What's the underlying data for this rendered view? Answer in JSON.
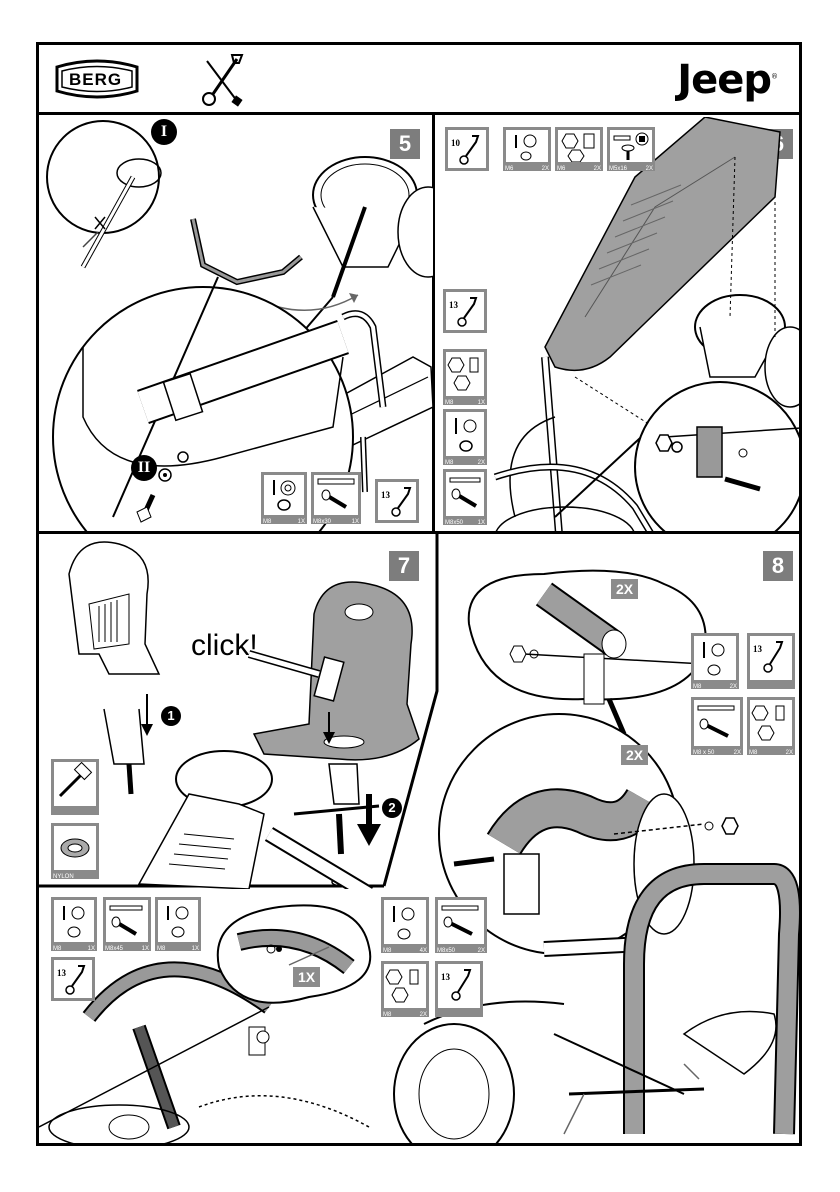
{
  "header": {
    "brand_left": "BERG",
    "brand_right": "Jeep",
    "brand_right_mark": "®",
    "tools_icon": "wrench-screwdriver-icon"
  },
  "steps": [
    {
      "number": "5",
      "callouts": [
        "I",
        "II"
      ],
      "parts": [
        {
          "icon": "washer-icon",
          "label": "M8",
          "qty": "1X"
        },
        {
          "icon": "bolt-icon",
          "label": "M8x30",
          "qty": "1X"
        },
        {
          "icon": "wrench-icon",
          "label": "13",
          "qty": ""
        }
      ]
    },
    {
      "number": "6",
      "parts": [
        {
          "icon": "wrench-icon",
          "label": "10",
          "qty": ""
        },
        {
          "icon": "washer-icon",
          "label": "M6",
          "qty": "2X"
        },
        {
          "icon": "nut-icon",
          "label": "M6",
          "qty": "2X"
        },
        {
          "icon": "bolt-icon",
          "label": "M5x16",
          "qty": "2X"
        },
        {
          "icon": "wrench-icon",
          "label": "13",
          "qty": ""
        },
        {
          "icon": "nut-icon",
          "label": "M8",
          "qty": "1X"
        },
        {
          "icon": "washer-icon",
          "label": "M8",
          "qty": "2X"
        },
        {
          "icon": "bolt-icon",
          "label": "M8x50",
          "qty": "1X"
        }
      ]
    },
    {
      "number": "7",
      "click": "click!",
      "callouts": [
        "1",
        "2"
      ],
      "parts": [
        {
          "icon": "hammer-icon",
          "label": "",
          "qty": ""
        },
        {
          "icon": "washer-icon",
          "label": "NYLON",
          "qty": ""
        },
        {
          "icon": "washer-icon",
          "label": "M8",
          "qty": "1X"
        },
        {
          "icon": "bolt-icon",
          "label": "M8x45",
          "qty": "1X"
        },
        {
          "icon": "washer-icon",
          "label": "M8",
          "qty": "1X"
        },
        {
          "icon": "wrench-icon",
          "label": "13",
          "qty": ""
        }
      ],
      "multiplier": "1X"
    },
    {
      "number": "8",
      "multipliers": [
        "2X",
        "2X"
      ],
      "parts": [
        {
          "icon": "washer-icon",
          "label": "M8",
          "qty": "2X"
        },
        {
          "icon": "wrench-icon",
          "label": "13",
          "qty": ""
        },
        {
          "icon": "bolt-icon",
          "label": "M8 x 50",
          "qty": "2X"
        },
        {
          "icon": "nut-icon",
          "label": "M8",
          "qty": "2X"
        },
        {
          "icon": "washer-icon",
          "label": "M8",
          "qty": "4X"
        },
        {
          "icon": "bolt-icon",
          "label": "M8x50",
          "qty": "2X"
        },
        {
          "icon": "nut-icon",
          "label": "M8",
          "qty": "2X"
        },
        {
          "icon": "wrench-icon",
          "label": "13",
          "qty": ""
        }
      ]
    }
  ],
  "colors": {
    "frame": "#000000",
    "badge": "#7d7d7d",
    "card": "#8a8a8a",
    "highlight": "#9e9e9e"
  }
}
